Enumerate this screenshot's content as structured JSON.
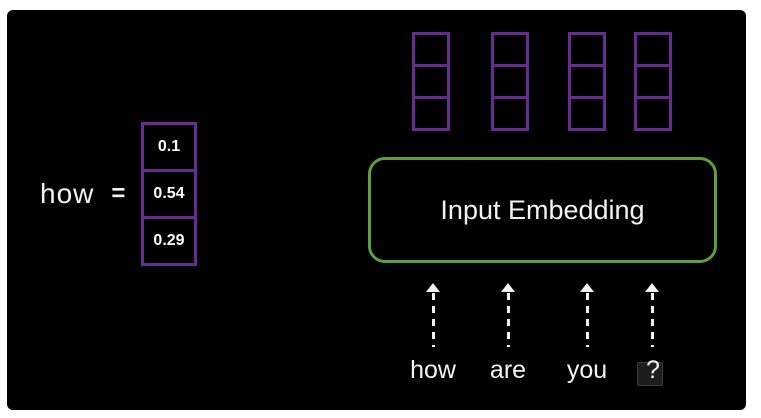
{
  "colors": {
    "vector_purple": "#662d91",
    "embedding_green": "#5f9e3d",
    "text_white": "#f2f2f2",
    "canvas_bg": "#000000",
    "page_bg": "#ffffff"
  },
  "word_example": {
    "word": "how",
    "equals_sign": "=",
    "vector_values": [
      "0.1",
      "0.54",
      "0.29"
    ]
  },
  "embedding": {
    "label": "Input Embedding"
  },
  "input_tokens": [
    "how",
    "are",
    "you",
    "?"
  ],
  "output_vectors": {
    "count": 4,
    "cells_per_vector": 3
  }
}
